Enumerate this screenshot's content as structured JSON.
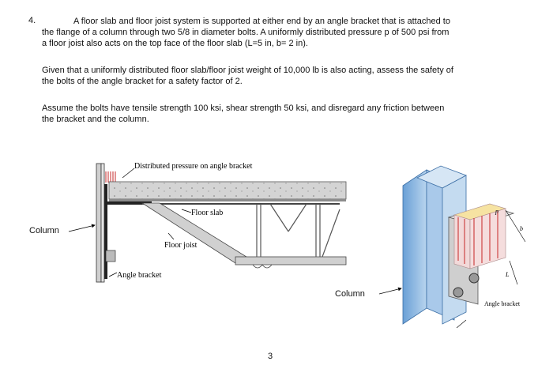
{
  "problem": {
    "number": "4.",
    "paragraph1_line1": "A floor slab and floor joist system is supported at either end by an angle bracket that is attached to",
    "paragraph1_line2": "the flange of a column through two 5/8 in diameter bolts.  A uniformly distributed pressure p of 500 psi from",
    "paragraph1_line3": "a floor joist also acts on the top face of the floor slab (L=5 in, b= 2 in).",
    "paragraph2_line1": "Given that a uniformly distributed floor slab/floor joist weight of 10,000 lb is also acting, assess the safety of",
    "paragraph2_line2": "the bolts of the angle bracket for a safety factor of 2.",
    "paragraph3_line1": "Assume the bolts have tensile strength 100 ksi, shear strength 50 ksi, and disregard any friction between",
    "paragraph3_line2": "the bracket and the column."
  },
  "figure_left": {
    "distributed_pressure_label": "Distributed pressure on angle bracket",
    "floor_slab_label": "Floor slab",
    "floor_joist_label": "Floor joist",
    "angle_bracket_label": "Angle bracket",
    "column_label": "Column"
  },
  "figure_right": {
    "column_label": "Column",
    "angle_bracket_label": "Angle bracket",
    "p_label": "p",
    "b_label": "b",
    "L_label": "L"
  },
  "page_number": "3"
}
